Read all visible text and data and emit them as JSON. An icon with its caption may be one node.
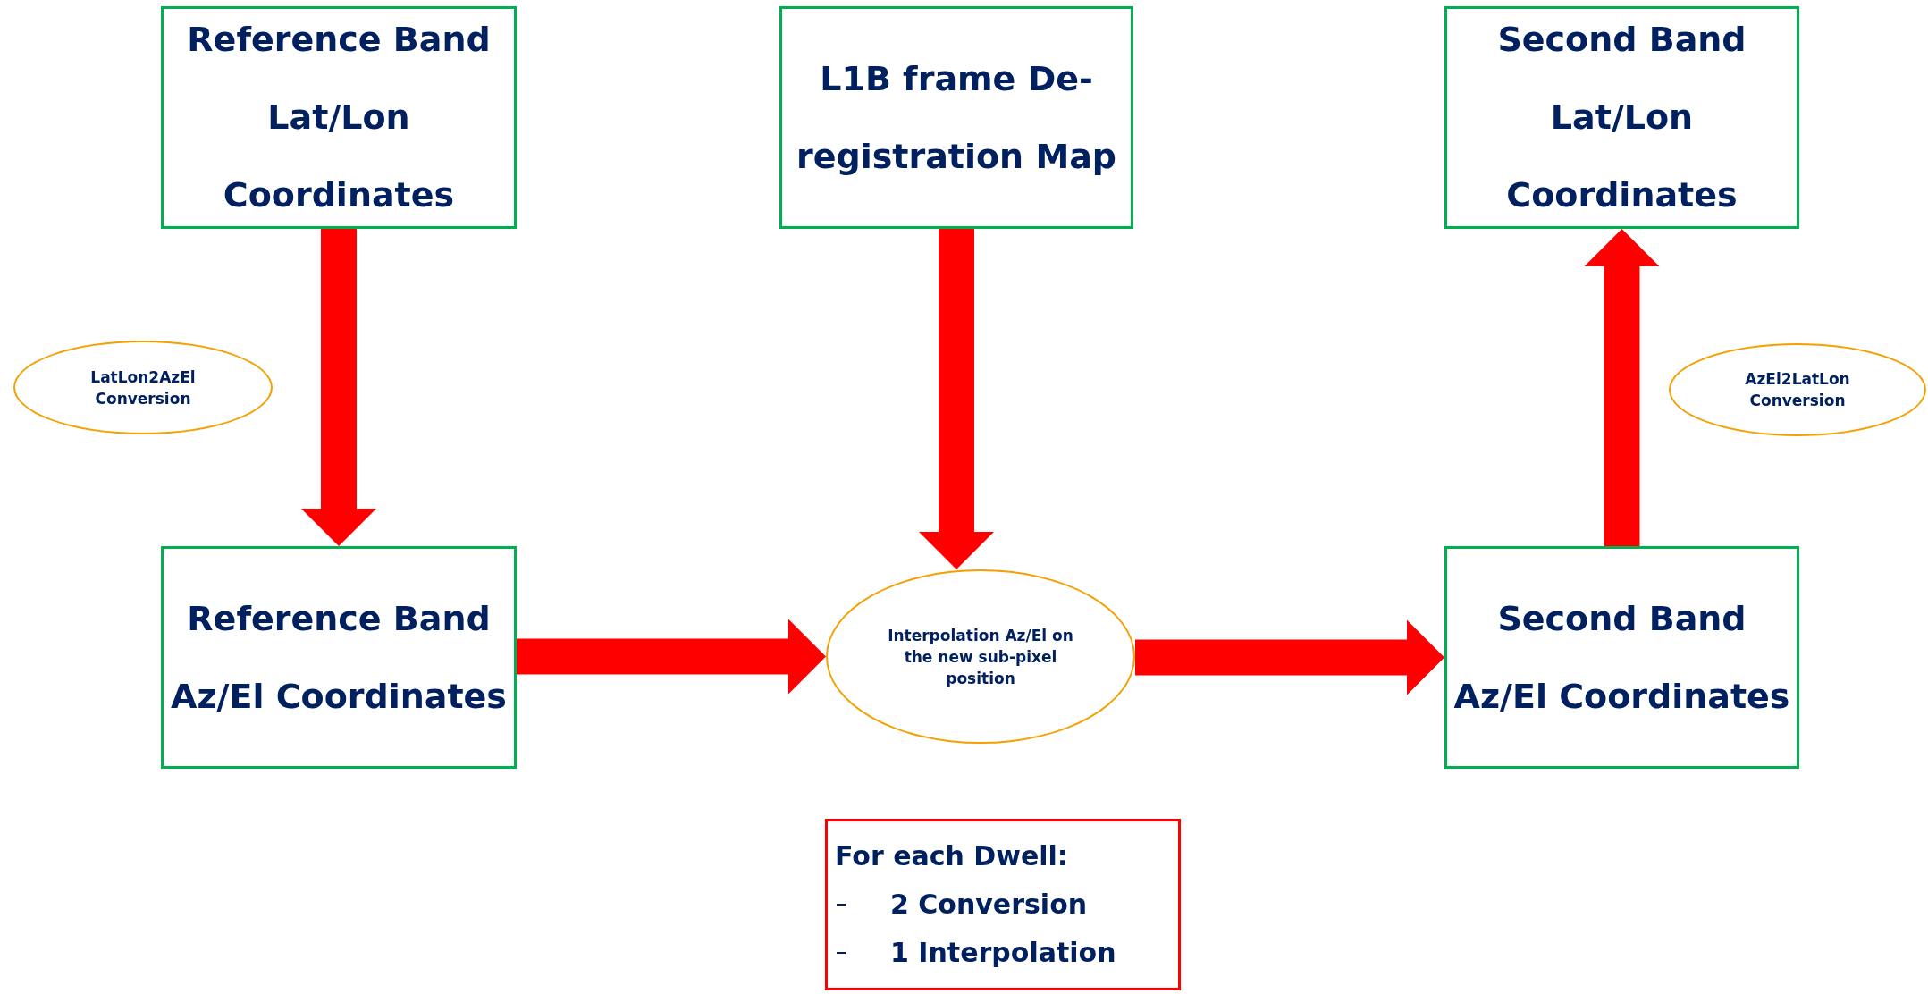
{
  "diagram": {
    "nodes": [
      {
        "text": [
          "Reference Band Lat/Lon Coordinates"
        ]
      },
      {
        "text": [
          "L1B frame De-registration Map"
        ]
      },
      {
        "text": [
          "Second Band Lat/Lon Coordinates"
        ]
      },
      {
        "text": [
          "LatLon2AzEl Conversion"
        ]
      },
      {
        "text": [
          "AzEl2LatLon Conversion"
        ]
      },
      {
        "text": [
          "Reference Band Az/El Coordinates"
        ]
      },
      {
        "text": [
          "Interpolation Az/El on the new sub-pixel position"
        ]
      },
      {
        "text": [
          "Second Band Az/El Coordinates"
        ]
      },
      {
        "text": [
          "For each Dwell:",
          "2 Conversion",
          "1 Interpolation"
        ]
      }
    ],
    "edges": [
      {
        "from": 0,
        "to": 5,
        "arrow": "to"
      },
      {
        "from": 1,
        "to": 6,
        "arrow": "to"
      },
      {
        "from": 5,
        "to": 6,
        "arrow": "to"
      },
      {
        "from": 6,
        "to": 7,
        "arrow": "to"
      },
      {
        "from": 7,
        "to": 2,
        "arrow": "to"
      }
    ]
  }
}
